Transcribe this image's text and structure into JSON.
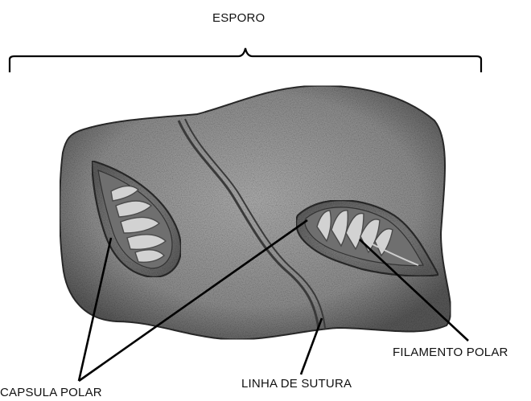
{
  "labels": {
    "spore": "ESPORO",
    "polar_filament": "FILAMENTO POLAR",
    "suture_line": "LINHA DE SUTURA",
    "polar_capsule": "CAPSULA POLAR"
  },
  "colors": {
    "spore_fill": "#8d8d8d",
    "spore_edge": "#2b2b2b",
    "capsule_fill": "#7a7a7a",
    "coil_fill": "#d4d4d4",
    "line": "#000000"
  }
}
